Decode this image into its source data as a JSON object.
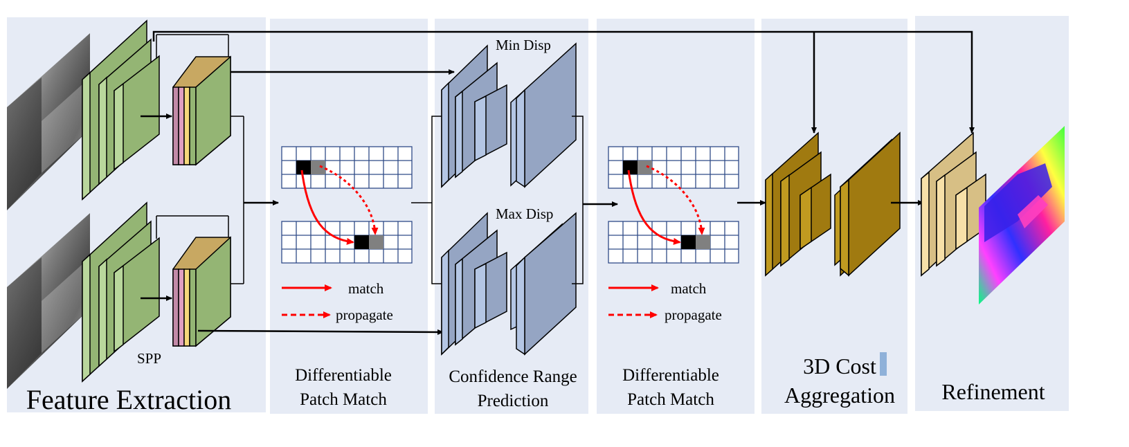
{
  "stages": [
    {
      "id": "feature-extraction",
      "title": "Feature Extraction"
    },
    {
      "id": "patch-match-1",
      "title_line1": "Differentiable",
      "title_line2": "Patch Match"
    },
    {
      "id": "confidence-range",
      "title_line1": "Confidence Range",
      "title_line2": "Prediction"
    },
    {
      "id": "patch-match-2",
      "title_line1": "Differentiable",
      "title_line2": "Patch Match"
    },
    {
      "id": "cost-aggregation",
      "title_line1": "3D Cost",
      "title_line2": "Aggregation"
    },
    {
      "id": "refinement",
      "title": "Refinement"
    }
  ],
  "labels": {
    "spp": "SPP",
    "min_disp": "Min Disp",
    "max_disp": "Max Disp"
  },
  "legend": {
    "match": "match",
    "propagate": "propagate"
  },
  "colors": {
    "panel_bg": "#e6ebf5",
    "feature_green": "#94b574",
    "feature_green_light": "#b9d79c",
    "range_blue": "#95a5c3",
    "range_blue_light": "#b4c6e4",
    "cost_gold": "#a07a10",
    "cost_gold_light": "#c09a20",
    "refine_tan": "#d7bf85",
    "refine_tan_light": "#f7e0a8",
    "grid_line": "#2f4a87",
    "arrow_red": "#ff0000"
  }
}
